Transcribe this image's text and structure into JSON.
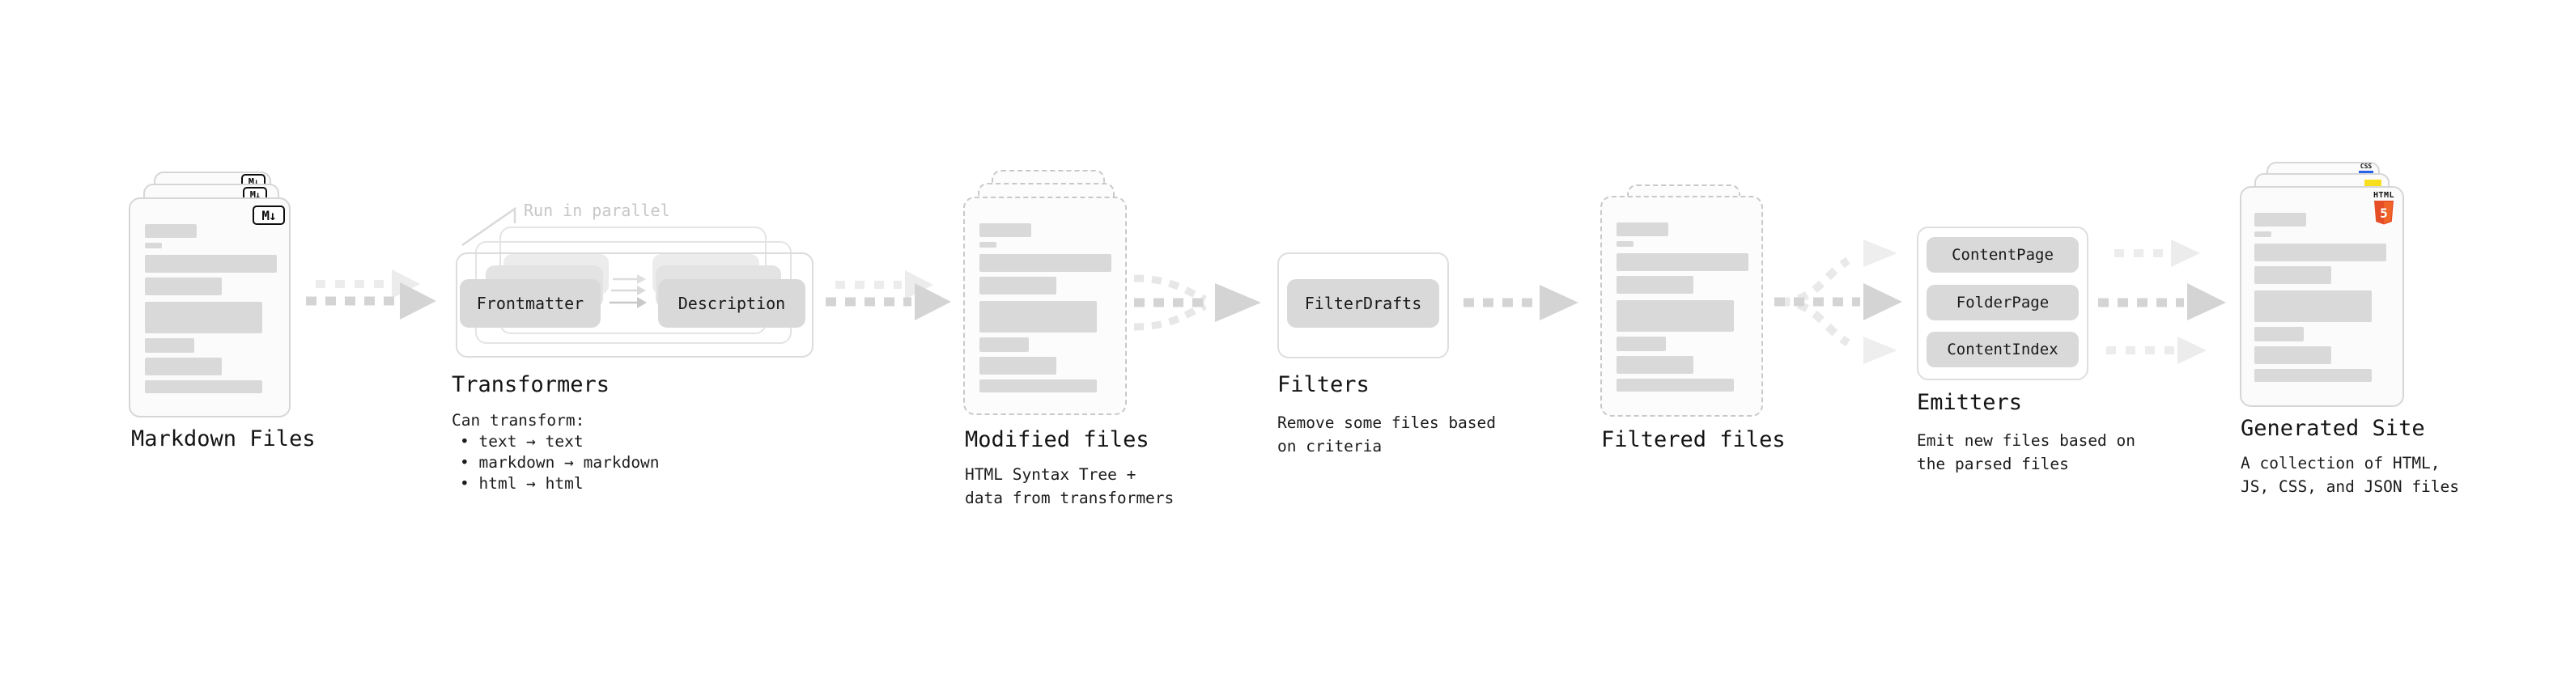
{
  "stages": {
    "markdown": {
      "title": "Markdown Files",
      "badge": "M↓"
    },
    "transformers": {
      "title": "Transformers",
      "callout": "Run in parallel",
      "pill_frontmatter": "Frontmatter",
      "pill_description": "Description",
      "note_heading": "Can transform:",
      "bullets": [
        "• text → text",
        "• markdown → markdown",
        "• html → html"
      ]
    },
    "modified": {
      "title": "Modified files",
      "subtitle": "HTML Syntax Tree +\ndata from transformers"
    },
    "filters": {
      "title": "Filters",
      "pill": "FilterDrafts",
      "subtitle": "Remove some files based\non criteria"
    },
    "filtered": {
      "title": "Filtered files"
    },
    "emitters": {
      "title": "Emitters",
      "pills": [
        "ContentPage",
        "FolderPage",
        "ContentIndex"
      ],
      "subtitle": "Emit new files based on\nthe parsed files"
    },
    "generated": {
      "title": "Generated Site",
      "subtitle": "A collection of HTML,\nJS, CSS, and JSON files",
      "css_badge": "CSS",
      "html_badge_label": "HTML",
      "html_badge_number": "5"
    }
  },
  "colors": {
    "ink": "#161616",
    "muted_callout": "#c7c7c7",
    "card_border": "#d6d6d6",
    "dashed_border": "#c9c9c9",
    "skeleton_bar": "#d9d9d9",
    "pill_bg": "#d9d9d9",
    "arrow_dark": "#d4d4d4",
    "arrow_light": "#ececec",
    "css_blue": "#2862e9",
    "js_yellow": "#f7df1e",
    "html_orange": "#e44d26",
    "html_orange_light": "#f16529"
  }
}
